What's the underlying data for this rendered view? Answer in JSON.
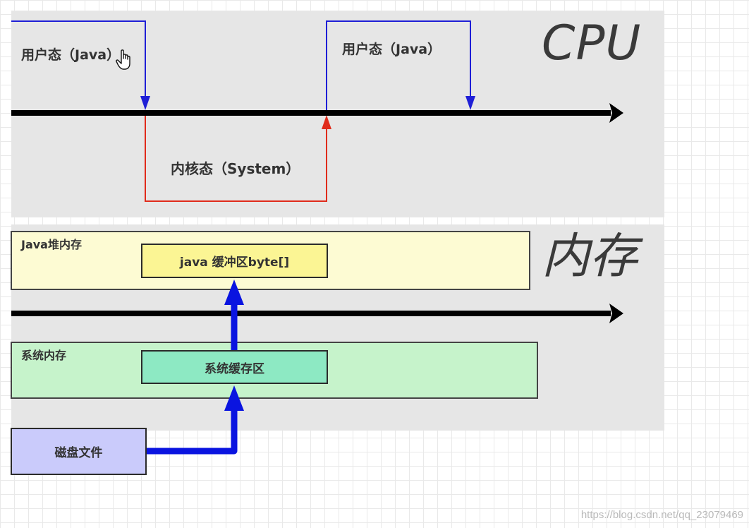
{
  "cpu": {
    "title": "CPU",
    "user_mode_label_1": "用户态（Java）",
    "user_mode_label_2": "用户态（Java）",
    "kernel_mode_label": "内核态（System）"
  },
  "memory": {
    "title": "内存",
    "java_heap_label": "Java堆内存",
    "java_buffer_label": "java 缓冲区byte[]",
    "system_memory_label": "系统内存",
    "system_buffer_label": "系统缓存区"
  },
  "disk": {
    "label": "磁盘文件"
  },
  "colors": {
    "user_mode_line": "#1f1fd6",
    "kernel_mode_line": "#e02b1b",
    "timeline": "#000000",
    "data_flow": "#0a14e0",
    "panel_bg": "#e6e6e6",
    "java_heap_bg": "#fdfbd3",
    "java_buffer_bg": "#fbf594",
    "system_memory_bg": "#c6f3cb",
    "system_buffer_bg": "#8de9c3",
    "disk_bg": "#cacbfb"
  },
  "watermark": "https://blog.csdn.net/qq_23079469"
}
